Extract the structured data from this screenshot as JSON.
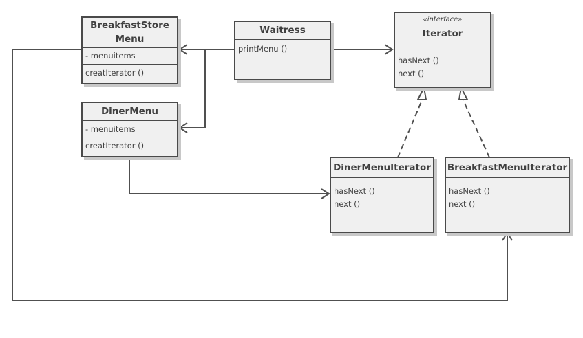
{
  "classes": {
    "breakfast_store_menu": {
      "name_line1": "BreakfastStore",
      "name_line2": "Menu",
      "attribute": "- menuitems",
      "operation": "creatIterator ()"
    },
    "waitress": {
      "name": "Waitress",
      "operation": "printMenu ()"
    },
    "iterator": {
      "stereotype": "«interface»",
      "name": "Iterator",
      "operations": [
        "hasNext ()",
        "next ()"
      ]
    },
    "diner_menu": {
      "name": "DinerMenu",
      "attribute": "- menuitems",
      "operation": "creatIterator ()"
    },
    "diner_menu_iterator": {
      "name": "DinerMenuIterator",
      "operations": [
        "hasNext ()",
        "next ()"
      ]
    },
    "breakfast_menu_iterator": {
      "name": "BreakfastMenuIterator",
      "operations": [
        "hasNext ()",
        "next ()"
      ]
    }
  },
  "colors": {
    "box_fill": "#f0f0f0",
    "box_border": "#4a4a4a",
    "shadow": "#c8c8c8",
    "line": "#505050",
    "text": "#404040"
  }
}
